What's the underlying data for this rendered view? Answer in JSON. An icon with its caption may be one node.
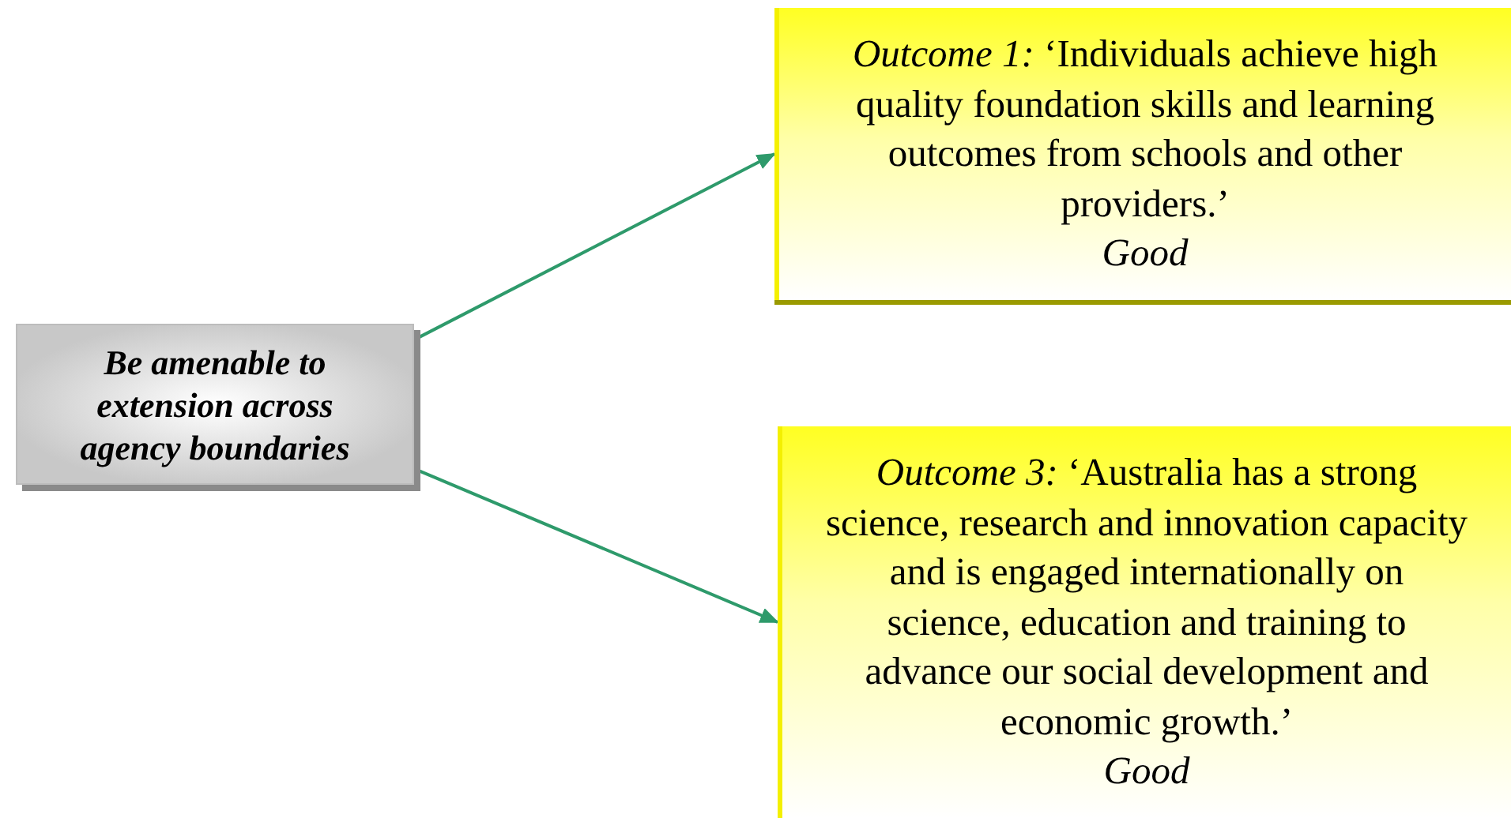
{
  "diagram": {
    "nodes": [
      {
        "text": [
          "Be amenable to extension across agency boundaries"
        ]
      },
      {
        "text": [
          "*Outcome 1:* ‘Individuals achieve high quality foundation skills and learning outcomes from schools and other providers.’",
          "Good"
        ]
      },
      {
        "text": [
          "*Outcome 3:* ‘Australia has a strong science, research and innovation capacity and is engaged internationally on science, education and training to advance our social development and economic growth.’",
          "Good"
        ]
      }
    ],
    "edges": [
      {
        "from": 0,
        "to": 1,
        "arrow": "to"
      },
      {
        "from": 0,
        "to": 2,
        "arrow": "to"
      }
    ]
  }
}
